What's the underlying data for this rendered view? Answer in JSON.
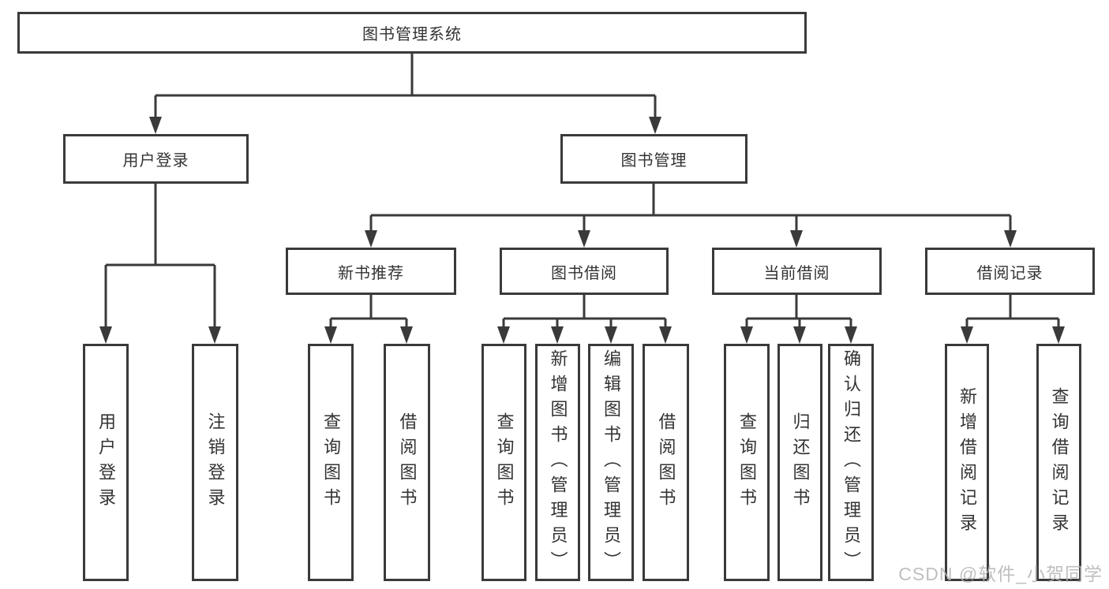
{
  "root": {
    "label": "图书管理系统"
  },
  "level2": [
    {
      "label": "用户登录"
    },
    {
      "label": "图书管理"
    }
  ],
  "level3": [
    {
      "label": "新书推荐"
    },
    {
      "label": "图书借阅"
    },
    {
      "label": "当前借阅"
    },
    {
      "label": "借阅记录"
    }
  ],
  "leaves": {
    "user_login_group": [
      {
        "label": "用户登录"
      },
      {
        "label": "注销登录"
      }
    ],
    "new_book_group": [
      {
        "label": "查询图书"
      },
      {
        "label": "借阅图书"
      }
    ],
    "book_borrow_group": [
      {
        "label": "查询图书"
      },
      {
        "label": "新增图书（管理员）"
      },
      {
        "label": "编辑图书（管理员）"
      },
      {
        "label": "借阅图书"
      }
    ],
    "current_borrow_group": [
      {
        "label": "查询图书"
      },
      {
        "label": "归还图书"
      },
      {
        "label": "确认归还（管理员）"
      }
    ],
    "record_group": [
      {
        "label": "新增借阅记录"
      },
      {
        "label": "查询借阅记录"
      }
    ]
  },
  "watermark": {
    "text": "CSDN @软件_小贺同学"
  },
  "colors": {
    "line": "#3a3a3a",
    "box_bg": "#ffffff",
    "text": "#333333",
    "watermark": "#b5b5b5"
  }
}
